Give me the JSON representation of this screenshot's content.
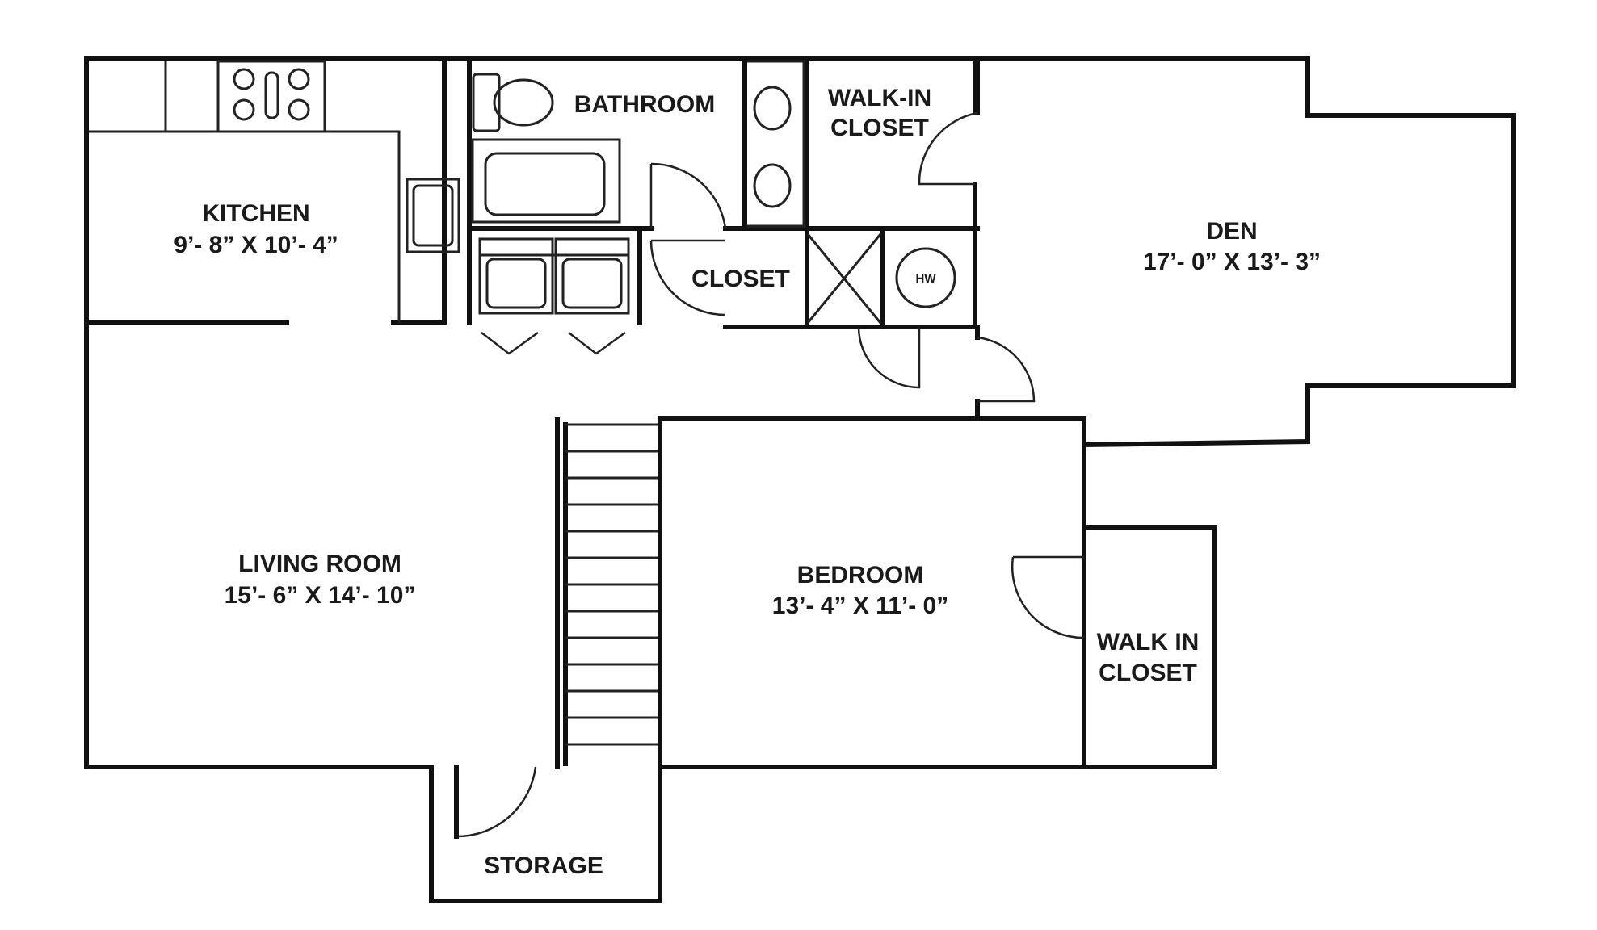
{
  "rooms": {
    "kitchen": {
      "name": "KITCHEN",
      "dims": "9’- 8” X 10’- 4”"
    },
    "bathroom": {
      "name": "BATHROOM"
    },
    "walkin_closet_top": {
      "line1": "WALK-IN",
      "line2": "CLOSET"
    },
    "den": {
      "name": "DEN",
      "dims": "17’- 0” X 13’- 3”"
    },
    "closet": {
      "name": "CLOSET"
    },
    "water_heater": {
      "label": "HW"
    },
    "living_room": {
      "name": "LIVING ROOM",
      "dims": "15’- 6” X 14’- 10”"
    },
    "bedroom": {
      "name": "BEDROOM",
      "dims": "13’- 4” X 11’- 0”"
    },
    "walkin_closet_right": {
      "line1": "WALK IN",
      "line2": "CLOSET"
    },
    "storage": {
      "name": "STORAGE"
    }
  },
  "colors": {
    "wall": "#111111",
    "background": "#ffffff"
  }
}
